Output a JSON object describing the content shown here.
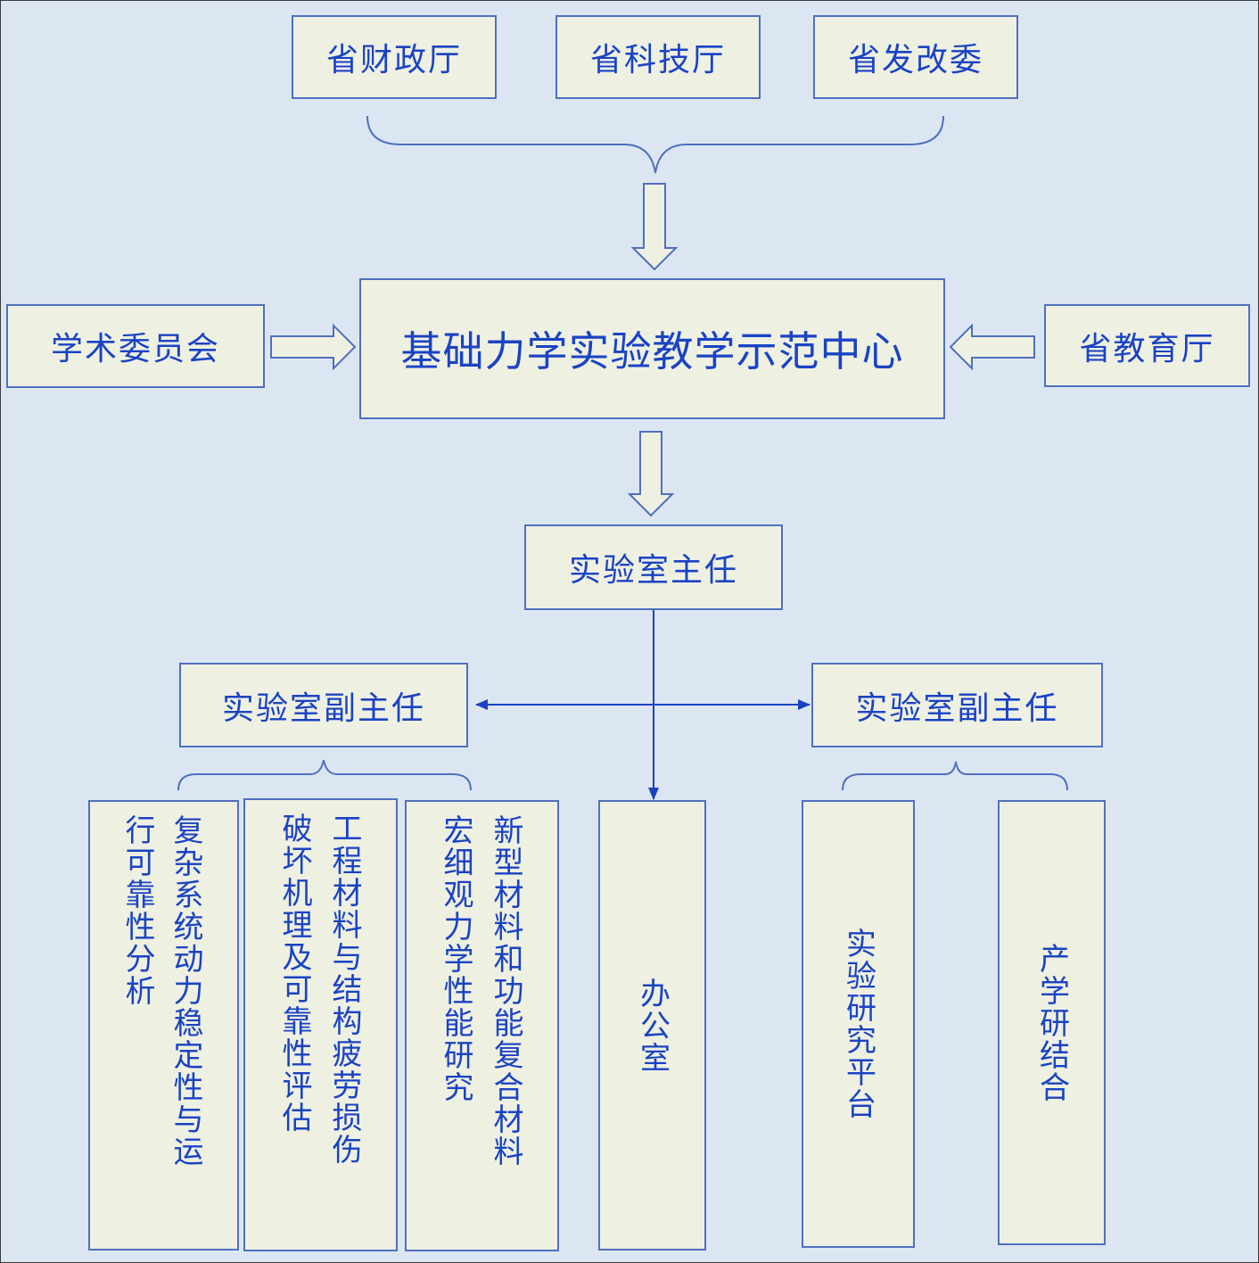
{
  "top": {
    "finance": "省财政厅",
    "science": "省科技厅",
    "development": "省发改委"
  },
  "center": {
    "title": "基础力学实验教学示范中心",
    "committee": "学术委员会",
    "education": "省教育厅"
  },
  "director": "实验室主任",
  "deputy_left": "实验室副主任",
  "deputy_right": "实验室副主任",
  "groups": {
    "g1_col1": "复杂系统动力稳定性与运",
    "g1_col2": "行可靠性分析",
    "g2_col1": "工程材料与结构疲劳损伤",
    "g2_col2": "破坏机理及可靠性评估",
    "g3_col1": "新型材料和功能复合材料",
    "g3_col2": "宏细观力学性能研究",
    "office": "办公室",
    "platform": "实验研究平台",
    "industry": "产学研结合"
  },
  "colors": {
    "background": "#dce6f2",
    "box_fill": "#eef0e2",
    "border": "#4f6fc0",
    "text": "#1a43c4"
  }
}
